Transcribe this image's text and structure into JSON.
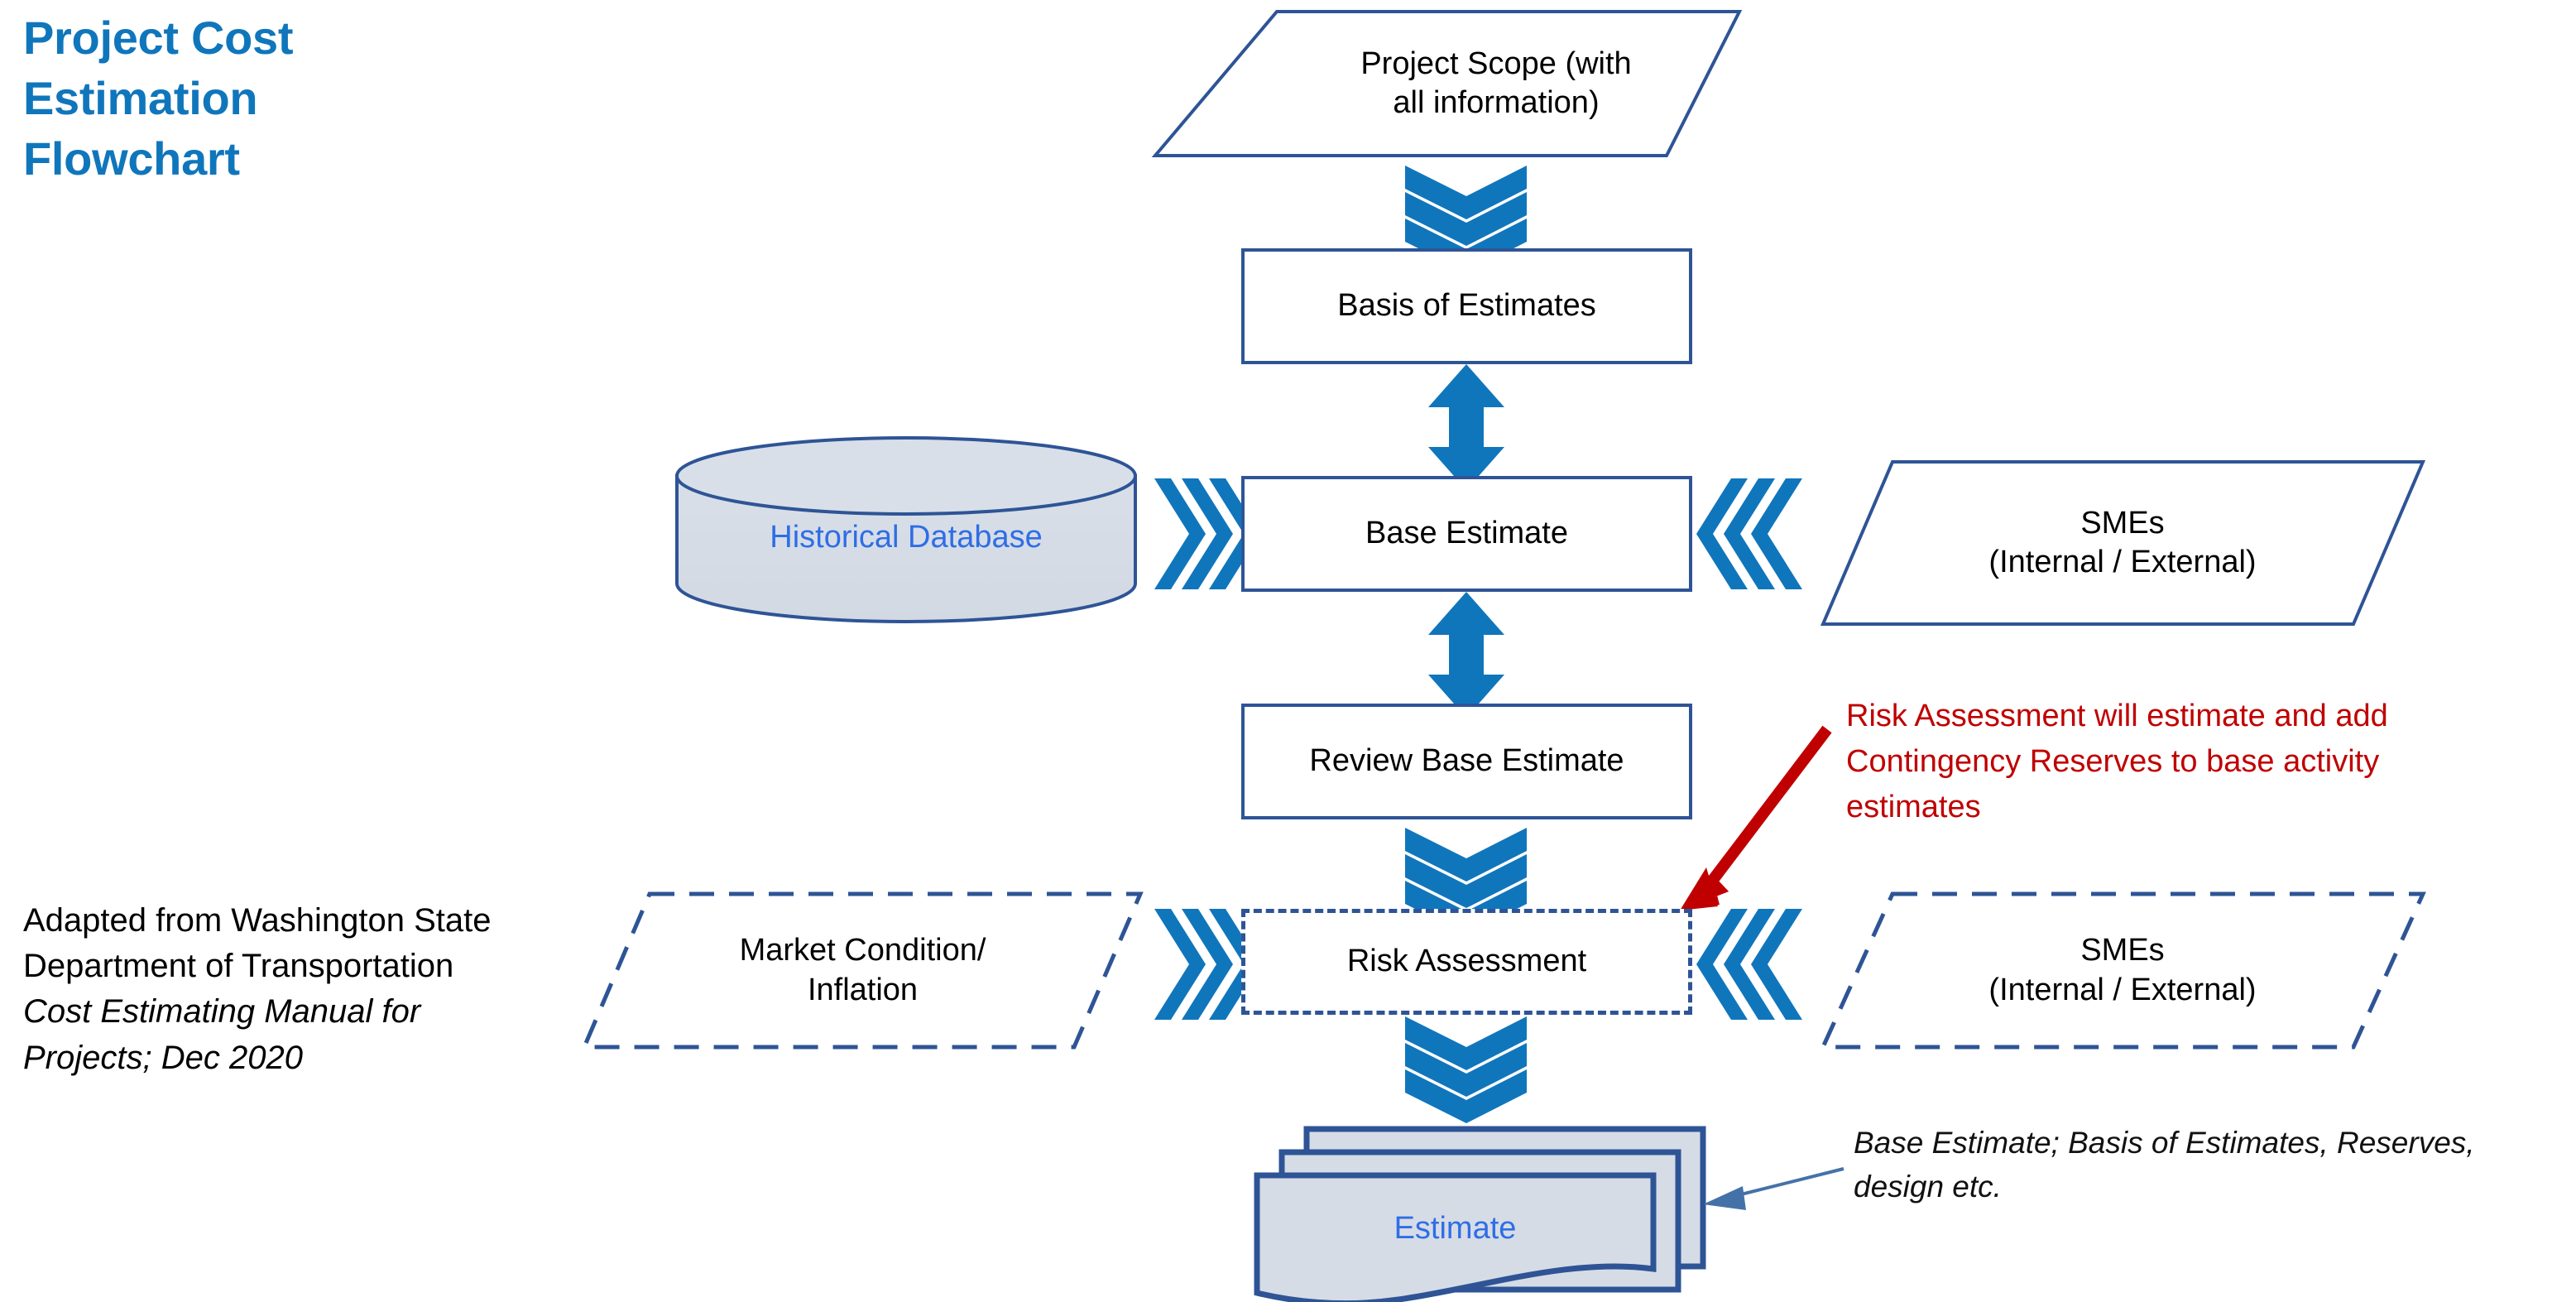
{
  "title": {
    "line1": "Project Cost",
    "line2": "Estimation",
    "line3": "Flowchart",
    "color": "#1076BC"
  },
  "attribution": {
    "plain": "Adapted from Washington State Department of Transportation ",
    "italic": "Cost Estimating Manual for Projects; Dec 2020"
  },
  "colors": {
    "title_blue": "#1076BC",
    "shape_outline": "#2E5496",
    "arrow_blue": "#1076BC",
    "fill_gray": "#D6DCE5",
    "text_blue": "#2E6EE6",
    "red": "#C00000"
  },
  "nodes": {
    "project_scope": {
      "label": "Project Scope (with\nall information)",
      "shape": "parallelogram",
      "border": "solid"
    },
    "basis_of_estimates": {
      "label": "Basis of Estimates",
      "shape": "rectangle",
      "border": "solid"
    },
    "base_estimate": {
      "label": "Base Estimate",
      "shape": "rectangle",
      "border": "solid"
    },
    "review_base_estimate": {
      "label": "Review Base Estimate",
      "shape": "rectangle",
      "border": "solid"
    },
    "risk_assessment": {
      "label": "Risk Assessment",
      "shape": "rectangle",
      "border": "dashed"
    },
    "estimate": {
      "label": "Estimate",
      "shape": "multidocument",
      "border": "solid"
    },
    "historical_database": {
      "label": "Historical Database",
      "shape": "cylinder",
      "border": "solid"
    },
    "smes_top": {
      "label": "SMEs\n(Internal / External)",
      "shape": "parallelogram",
      "border": "solid"
    },
    "smes_bottom": {
      "label": "SMEs\n(Internal / External)",
      "shape": "parallelogram",
      "border": "dashed"
    },
    "market_condition": {
      "label": "Market Condition/\nInflation",
      "shape": "parallelogram",
      "border": "dashed"
    }
  },
  "annotations": {
    "risk_note": "Risk Assessment will estimate and add Contingency Reserves to base activity estimates",
    "estimate_note": "Base Estimate; Basis of Estimates, Reserves, design etc."
  },
  "connectors": {
    "scope_to_basis": "triple-chevron-down",
    "basis_to_base": "double-headed-vertical-arrow",
    "base_to_review": "double-headed-vertical-arrow",
    "review_to_risk": "triple-chevron-down",
    "risk_to_estimate": "triple-chevron-down",
    "db_to_base": "triple-chevron-right",
    "smes_top_to_base": "triple-chevron-left",
    "market_to_risk": "triple-chevron-right",
    "smes_bottom_to_risk": "triple-chevron-left",
    "risk_note_pointer": "red-arrow",
    "estimate_note_pointer": "thin-blue-arrow"
  }
}
